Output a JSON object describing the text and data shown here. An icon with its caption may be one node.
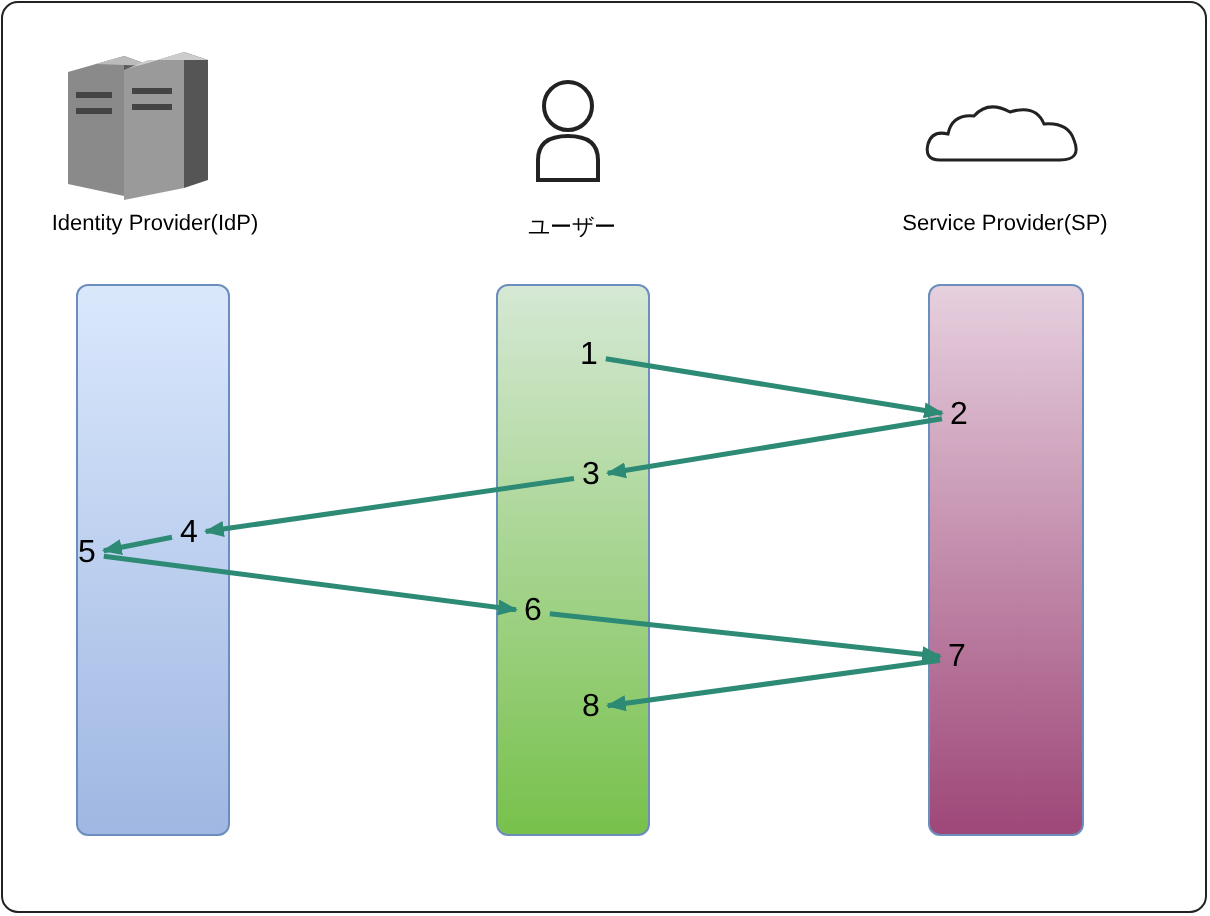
{
  "diagram": {
    "nodes": [
      {
        "text": [
          "Identity Provider(IdP)"
        ]
      },
      {
        "text": [
          "ユーザー"
        ]
      },
      {
        "text": [
          "Service Provider(SP)"
        ]
      },
      {
        "text": [
          "1"
        ],
        "in": 1
      },
      {
        "text": [
          "2"
        ],
        "in": 2
      },
      {
        "text": [
          "3"
        ],
        "in": 1
      },
      {
        "text": [
          "4"
        ],
        "in": 0
      },
      {
        "text": [
          "5"
        ],
        "in": 0
      },
      {
        "text": [
          "6"
        ],
        "in": 1
      },
      {
        "text": [
          "7"
        ],
        "in": 2
      },
      {
        "text": [
          "8"
        ],
        "in": 1
      }
    ],
    "edges": [
      {
        "from": 3,
        "to": 4,
        "arrow": "to"
      },
      {
        "from": 4,
        "to": 5,
        "arrow": "to"
      },
      {
        "from": 5,
        "to": 6,
        "arrow": "to"
      },
      {
        "from": 6,
        "to": 7,
        "arrow": "to"
      },
      {
        "from": 7,
        "to": 8,
        "arrow": "to"
      },
      {
        "from": 8,
        "to": 9,
        "arrow": "to"
      },
      {
        "from": 9,
        "to": 10,
        "arrow": "to"
      }
    ]
  }
}
